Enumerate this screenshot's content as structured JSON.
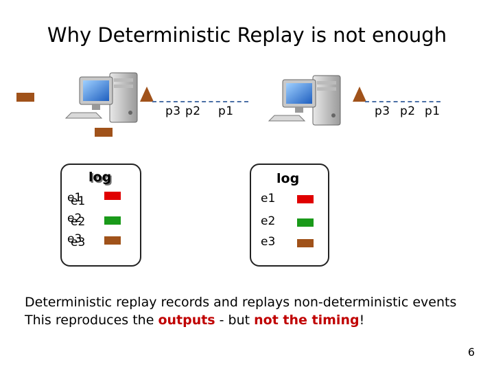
{
  "slide": {
    "title": "Why Deterministic Replay is not enough",
    "page_number": "6"
  },
  "left_system": {
    "packets": [
      "p3",
      "p2",
      "p1"
    ],
    "log": {
      "label": "log",
      "ghost_label": "log",
      "events": [
        {
          "name": "e1",
          "ghost": "e1",
          "color": "#e00000"
        },
        {
          "name": "e2",
          "ghost": "e2",
          "color": "#1a9a1a"
        },
        {
          "name": "e3",
          "ghost": "e3",
          "color": "#a0521a"
        }
      ]
    }
  },
  "right_system": {
    "packets": [
      "p3",
      "p2",
      "p1"
    ],
    "log": {
      "label": "log",
      "events": [
        {
          "name": "e1",
          "color": "#e00000"
        },
        {
          "name": "e2",
          "color": "#1a9a1a"
        },
        {
          "name": "e3",
          "color": "#a0521a"
        }
      ]
    }
  },
  "caption": {
    "line1": "Deterministic replay records and replays non-deterministic events",
    "line2_prefix": "This reproduces the ",
    "line2_outputs": "outputs",
    "line2_middle": " - but ",
    "line2_timing": "not the timing",
    "line2_suffix": "!"
  },
  "colors": {
    "accent_red": "#c00000",
    "marker_brown": "#a0521a",
    "dashed_line": "#4a6fa5"
  }
}
